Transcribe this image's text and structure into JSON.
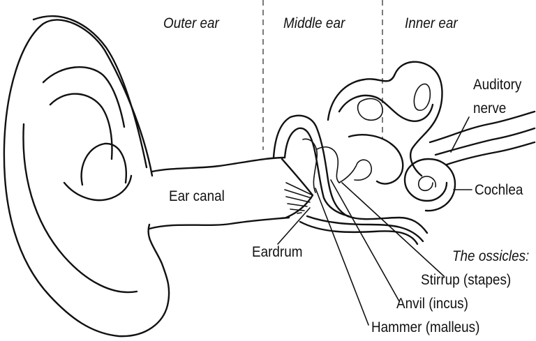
{
  "regions": {
    "outer": "Outer ear",
    "middle": "Middle ear",
    "inner": "Inner ear"
  },
  "labels": {
    "auditory_nerve_line1": "Auditory",
    "auditory_nerve_line2": "nerve",
    "ear_canal": "Ear canal",
    "cochlea": "Cochlea",
    "eardrum": "Eardrum",
    "ossicles_heading": "The ossicles:",
    "stirrup": "Stirrup (stapes)",
    "anvil": "Anvil (incus)",
    "hammer": "Hammer (malleus)"
  },
  "colors": {
    "stroke": "#111111",
    "background": "#ffffff"
  }
}
